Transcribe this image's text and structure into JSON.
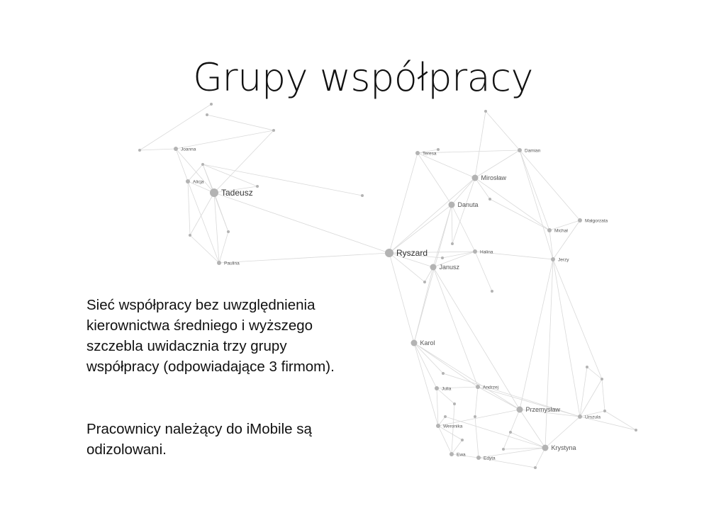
{
  "slide": {
    "title": "Grupy współpracy",
    "paragraph1": "Sieć współpracy bez uwzględnienia kierownictwa średniego i wyższego szczebla uwidacznia trzy grupy współpracy (odpowiadające 3 firmom).",
    "paragraph2": "Pracownicy należący do iMobile są odizolowani."
  },
  "graph": {
    "colors": {
      "node": "#b3b3b3",
      "edge": "#d9d9d9",
      "label": "#555555"
    },
    "nodes": [
      {
        "id": "Joanna",
        "label": "Joanna",
        "size": "small"
      },
      {
        "id": "Alicja",
        "label": "Alicja",
        "size": "small"
      },
      {
        "id": "Tadeusz",
        "label": "Tadeusz",
        "size": "large"
      },
      {
        "id": "Paulina",
        "label": "Paulina",
        "size": "small"
      },
      {
        "id": "Teresa",
        "label": "Teresa",
        "size": "small"
      },
      {
        "id": "Damian",
        "label": "Damian",
        "size": "small"
      },
      {
        "id": "Miroslaw",
        "label": "Mirosław",
        "size": "medium"
      },
      {
        "id": "Danuta",
        "label": "Danuta",
        "size": "medium"
      },
      {
        "id": "Malgorzata",
        "label": "Małgorzata",
        "size": "small"
      },
      {
        "id": "Michal",
        "label": "Michał",
        "size": "small"
      },
      {
        "id": "Ryszard",
        "label": "Ryszard",
        "size": "large"
      },
      {
        "id": "Halina",
        "label": "Halina",
        "size": "small"
      },
      {
        "id": "Janusz",
        "label": "Janusz",
        "size": "medium"
      },
      {
        "id": "Jerzy",
        "label": "Jerzy",
        "size": "small"
      },
      {
        "id": "Karol",
        "label": "Karol",
        "size": "medium"
      },
      {
        "id": "Julia",
        "label": "Julia",
        "size": "small"
      },
      {
        "id": "Andrzej",
        "label": "Andrzej",
        "size": "small"
      },
      {
        "id": "Przemyslaw",
        "label": "Przemysław",
        "size": "medium"
      },
      {
        "id": "Urszula",
        "label": "Urszula",
        "size": "small"
      },
      {
        "id": "Weronika",
        "label": "Weronika",
        "size": "small"
      },
      {
        "id": "Ewa",
        "label": "Ewa",
        "size": "small"
      },
      {
        "id": "Edyta",
        "label": "Edyta",
        "size": "small"
      },
      {
        "id": "Krystyna",
        "label": "Krystyna",
        "size": "medium"
      },
      {
        "id": "u1",
        "label": "",
        "size": "tiny"
      },
      {
        "id": "u2",
        "label": "",
        "size": "tiny"
      },
      {
        "id": "u3",
        "label": "",
        "size": "tiny"
      },
      {
        "id": "u4",
        "label": "",
        "size": "tiny"
      },
      {
        "id": "u5",
        "label": "",
        "size": "tiny"
      },
      {
        "id": "u6",
        "label": "",
        "size": "tiny"
      },
      {
        "id": "u7",
        "label": "",
        "size": "tiny"
      },
      {
        "id": "u8",
        "label": "",
        "size": "tiny"
      },
      {
        "id": "u9",
        "label": "",
        "size": "tiny"
      },
      {
        "id": "u10",
        "label": "",
        "size": "tiny"
      },
      {
        "id": "u11",
        "label": "",
        "size": "tiny"
      },
      {
        "id": "u12",
        "label": "",
        "size": "tiny"
      },
      {
        "id": "u13",
        "label": "",
        "size": "tiny"
      },
      {
        "id": "u14",
        "label": "",
        "size": "tiny"
      },
      {
        "id": "u15",
        "label": "",
        "size": "tiny"
      },
      {
        "id": "u16",
        "label": "",
        "size": "tiny"
      },
      {
        "id": "u17",
        "label": "",
        "size": "tiny"
      },
      {
        "id": "u18",
        "label": "",
        "size": "tiny"
      },
      {
        "id": "u19",
        "label": "",
        "size": "tiny"
      },
      {
        "id": "u20",
        "label": "",
        "size": "tiny"
      },
      {
        "id": "u21",
        "label": "",
        "size": "tiny"
      },
      {
        "id": "u22",
        "label": "",
        "size": "tiny"
      },
      {
        "id": "u23",
        "label": "",
        "size": "tiny"
      },
      {
        "id": "u24",
        "label": "",
        "size": "tiny"
      },
      {
        "id": "u25",
        "label": "",
        "size": "tiny"
      },
      {
        "id": "u26",
        "label": "",
        "size": "tiny"
      },
      {
        "id": "u27",
        "label": "",
        "size": "tiny"
      },
      {
        "id": "u28",
        "label": "",
        "size": "tiny"
      }
    ],
    "edges": [
      [
        "Joanna",
        "Tadeusz"
      ],
      [
        "Joanna",
        "Alicja"
      ],
      [
        "Joanna",
        "u3"
      ],
      [
        "Joanna",
        "u4"
      ],
      [
        "u4",
        "u1"
      ],
      [
        "Alicja",
        "Tadeusz"
      ],
      [
        "Alicja",
        "u5"
      ],
      [
        "Alicja",
        "Paulina"
      ],
      [
        "u5",
        "Tadeusz"
      ],
      [
        "u5",
        "u6"
      ],
      [
        "Tadeusz",
        "u6"
      ],
      [
        "Tadeusz",
        "u7"
      ],
      [
        "Tadeusz",
        "Paulina"
      ],
      [
        "Tadeusz",
        "u8"
      ],
      [
        "Tadeusz",
        "Ryszard"
      ],
      [
        "Paulina",
        "u8"
      ],
      [
        "Paulina",
        "u7"
      ],
      [
        "u7",
        "Alicja"
      ],
      [
        "u8",
        "u5"
      ],
      [
        "Paulina",
        "Ryszard"
      ],
      [
        "u2",
        "u3"
      ],
      [
        "u3",
        "Tadeusz"
      ],
      [
        "u9",
        "u5"
      ],
      [
        "Ryszard",
        "Danuta"
      ],
      [
        "Ryszard",
        "Janusz"
      ],
      [
        "Ryszard",
        "Halina"
      ],
      [
        "Ryszard",
        "Karol"
      ],
      [
        "Ryszard",
        "u15"
      ],
      [
        "Ryszard",
        "u14"
      ],
      [
        "Ryszard",
        "Miroslaw"
      ],
      [
        "Teresa",
        "Miroslaw"
      ],
      [
        "Teresa",
        "Danuta"
      ],
      [
        "Teresa",
        "u11"
      ],
      [
        "Teresa",
        "Ryszard"
      ],
      [
        "Teresa",
        "Damian"
      ],
      [
        "u10",
        "Damian"
      ],
      [
        "u10",
        "Miroslaw"
      ],
      [
        "Damian",
        "Miroslaw"
      ],
      [
        "Damian",
        "Malgorzata"
      ],
      [
        "Damian",
        "Michal"
      ],
      [
        "Damian",
        "Jerzy"
      ],
      [
        "Miroslaw",
        "Danuta"
      ],
      [
        "Miroslaw",
        "u12"
      ],
      [
        "Miroslaw",
        "u13"
      ],
      [
        "Miroslaw",
        "Michal"
      ],
      [
        "Danuta",
        "Janusz"
      ],
      [
        "Danuta",
        "Halina"
      ],
      [
        "Danuta",
        "u12"
      ],
      [
        "Danuta",
        "Karol"
      ],
      [
        "u13",
        "Michal"
      ],
      [
        "Michal",
        "Jerzy"
      ],
      [
        "Malgorzata",
        "Jerzy"
      ],
      [
        "Malgorzata",
        "Michal"
      ],
      [
        "Halina",
        "Janusz"
      ],
      [
        "Halina",
        "u14"
      ],
      [
        "Halina",
        "u16"
      ],
      [
        "Halina",
        "Jerzy"
      ],
      [
        "Janusz",
        "Karol"
      ],
      [
        "Janusz",
        "u15"
      ],
      [
        "Janusz",
        "Andrzej"
      ],
      [
        "Janusz",
        "Przemyslaw"
      ],
      [
        "Karol",
        "Julia"
      ],
      [
        "Karol",
        "Andrzej"
      ],
      [
        "Karol",
        "Przemyslaw"
      ],
      [
        "Karol",
        "Weronika"
      ],
      [
        "Karol",
        "u17"
      ],
      [
        "Jerzy",
        "Przemyslaw"
      ],
      [
        "Jerzy",
        "Urszula"
      ],
      [
        "Jerzy",
        "Krystyna"
      ],
      [
        "Jerzy",
        "u22"
      ],
      [
        "Julia",
        "Andrzej"
      ],
      [
        "Julia",
        "Weronika"
      ],
      [
        "Julia",
        "u18"
      ],
      [
        "Andrzej",
        "Przemyslaw"
      ],
      [
        "Andrzej",
        "u19"
      ],
      [
        "Andrzej",
        "Urszula"
      ],
      [
        "Przemyslaw",
        "Urszula"
      ],
      [
        "Przemyslaw",
        "Krystyna"
      ],
      [
        "Przemyslaw",
        "u20"
      ],
      [
        "Urszula",
        "u21"
      ],
      [
        "Urszula",
        "u22"
      ],
      [
        "Urszula",
        "u23"
      ],
      [
        "Urszula",
        "u24"
      ],
      [
        "Urszula",
        "Krystyna"
      ],
      [
        "u21",
        "u22"
      ],
      [
        "u23",
        "u24"
      ],
      [
        "u22",
        "u23"
      ],
      [
        "Weronika",
        "Ewa"
      ],
      [
        "Weronika",
        "u25"
      ],
      [
        "Weronika",
        "u26"
      ],
      [
        "Ewa",
        "Edyta"
      ],
      [
        "Ewa",
        "u26"
      ],
      [
        "Edyta",
        "u27"
      ],
      [
        "Edyta",
        "Krystyna"
      ],
      [
        "Krystyna",
        "u27"
      ],
      [
        "Krystyna",
        "u28"
      ],
      [
        "Krystyna",
        "u25"
      ],
      [
        "u19",
        "Edyta"
      ],
      [
        "u20",
        "Krystyna"
      ],
      [
        "u17",
        "Urszula"
      ],
      [
        "u18",
        "Ewa"
      ],
      [
        "Weronika",
        "Przemyslaw"
      ]
    ]
  }
}
